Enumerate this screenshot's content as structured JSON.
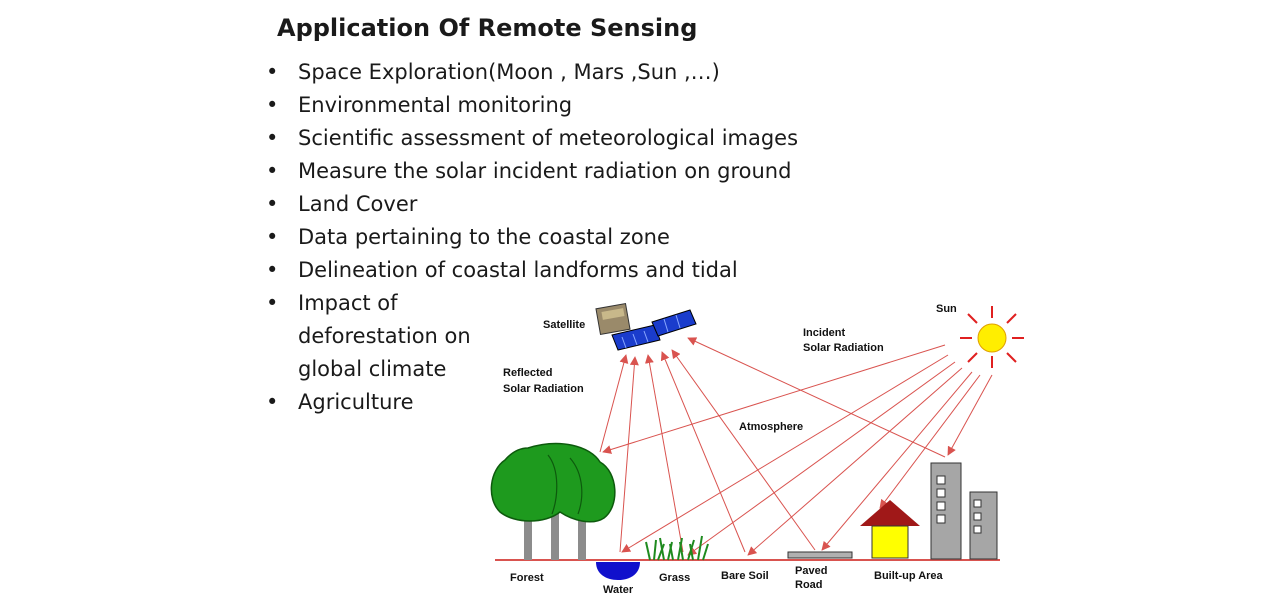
{
  "title": "Application Of Remote Sensing",
  "bullet_symbol": "•",
  "bullets": [
    "Space Exploration(Moon , Mars ,Sun ,…)",
    "Environmental monitoring",
    "Scientific assessment of meteorological images",
    "Measure the solar incident radiation on ground",
    "Land Cover",
    "Data pertaining to the coastal zone",
    "Delineation of coastal landforms and tidal",
    "Impact of deforestation on global climate",
    "Agriculture"
  ],
  "diagram": {
    "labels": {
      "satellite": "Satellite",
      "sun": "Sun",
      "incident_line1": "Incident",
      "incident_line2": "Solar Radiation",
      "reflected_line1": "Reflected",
      "reflected_line2": "Solar Radiation",
      "atmosphere": "Atmosphere",
      "forest": "Forest",
      "water": "Water",
      "grass": "Grass",
      "bare_soil": "Bare Soil",
      "paved_line1": "Paved",
      "paved_line2": "Road",
      "builtup": "Built-up Area"
    },
    "colors": {
      "ray": "#d9534f",
      "ground": "#d9534f",
      "sun": "#ffee00",
      "sun_rays": "#e02020",
      "tree": "#1e9a1e",
      "trunk": "#8c8c8c",
      "water": "#1010cc",
      "grass": "#1e8a1e",
      "house_roof": "#a01818",
      "house_wall": "#ffff00",
      "building": "#a6a6a6",
      "panel": "#1a3ccc"
    }
  }
}
